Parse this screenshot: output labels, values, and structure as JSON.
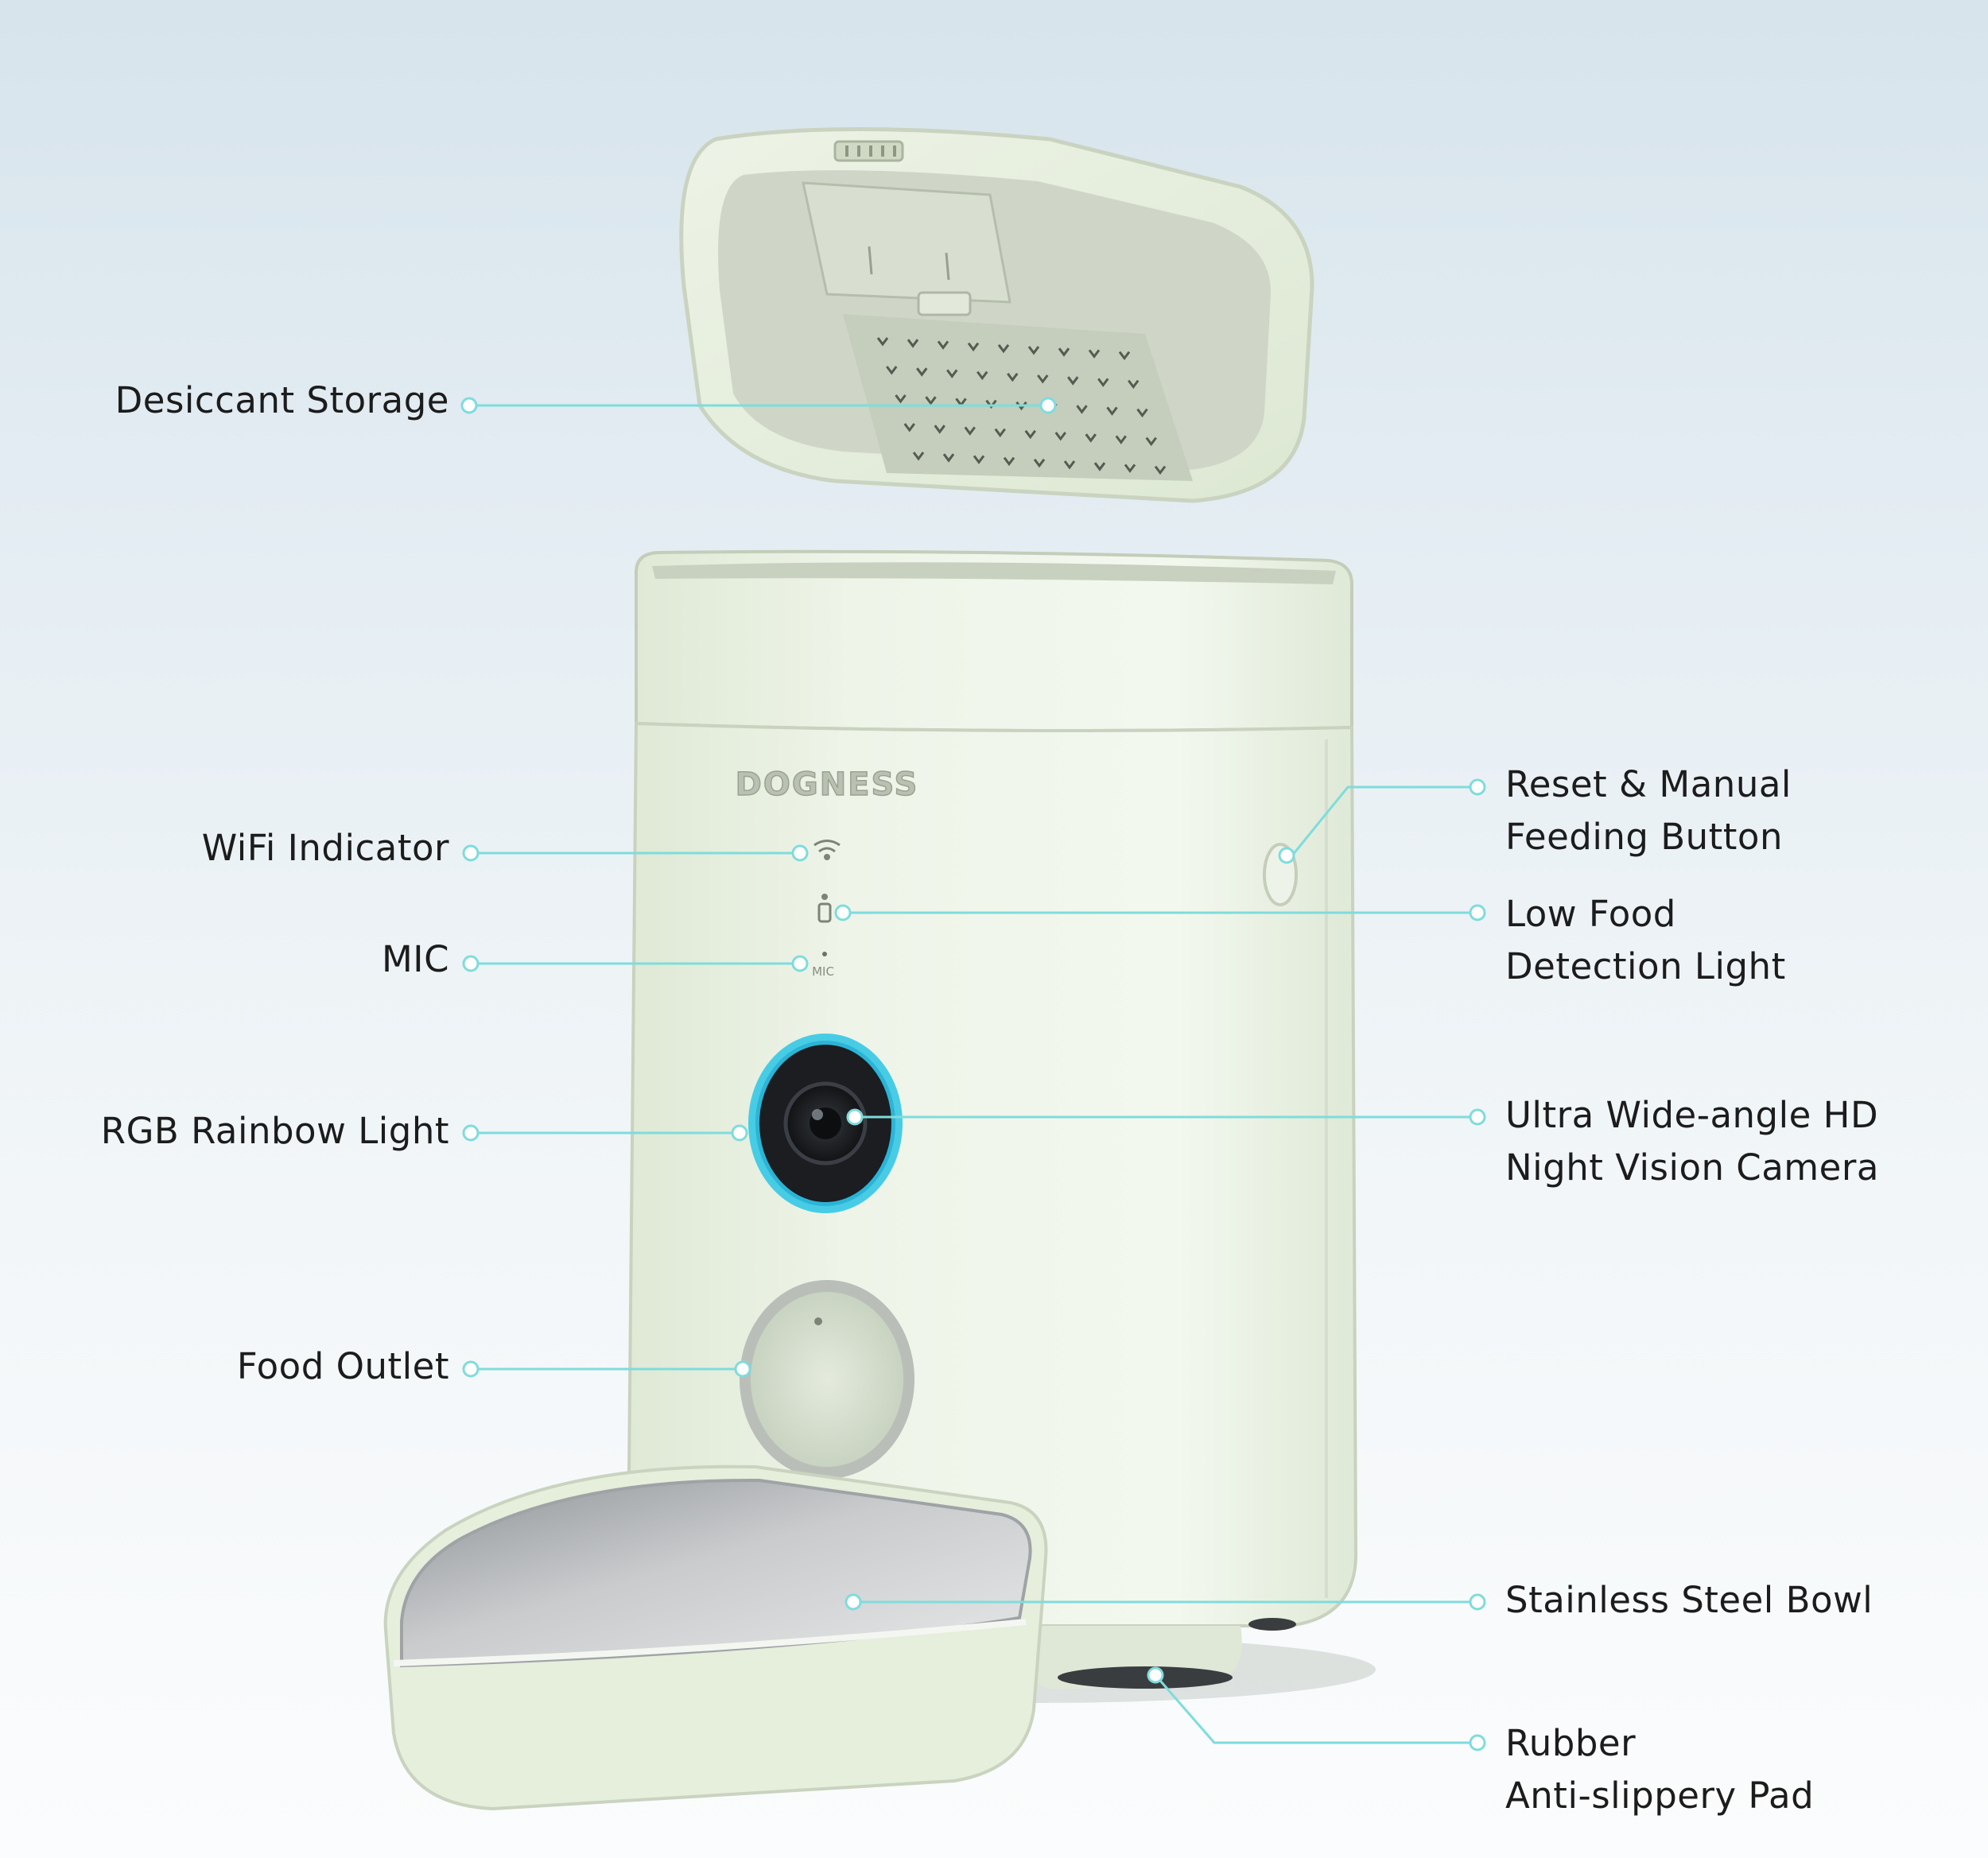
{
  "product": {
    "brand": "DOGNESS",
    "mic_marking": "MIC"
  },
  "colors": {
    "body": "#e9f1e1",
    "leader_line": "#7fdcdc",
    "camera_ring": "#3ec9e6",
    "steel": "#b4b7b9",
    "text": "#1c1c1c"
  },
  "callouts": {
    "desiccant_storage": {
      "lines": [
        "Desiccant Storage"
      ]
    },
    "wifi_indicator": {
      "lines": [
        "WiFi Indicator"
      ]
    },
    "mic": {
      "lines": [
        "MIC"
      ]
    },
    "rgb_rainbow_light": {
      "lines": [
        "RGB Rainbow Light"
      ]
    },
    "food_outlet": {
      "lines": [
        "Food Outlet"
      ]
    },
    "reset_button": {
      "lines": [
        "Reset & Manual",
        "Feeding Button"
      ]
    },
    "low_food_light": {
      "lines": [
        "Low Food",
        "Detection Light"
      ]
    },
    "camera": {
      "lines": [
        "Ultra Wide-angle HD",
        "Night Vision Camera"
      ]
    },
    "steel_bowl": {
      "lines": [
        "Stainless Steel Bowl"
      ]
    },
    "rubber_pad": {
      "lines": [
        "Rubber",
        "Anti-slippery Pad"
      ]
    }
  }
}
